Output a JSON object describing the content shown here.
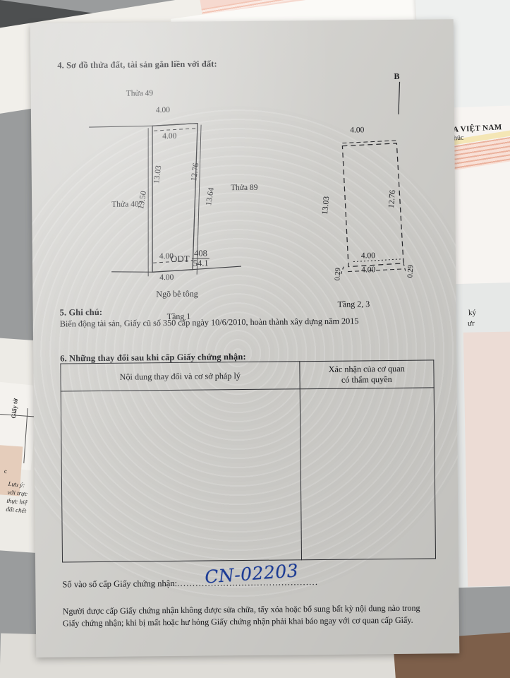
{
  "document": {
    "section4": {
      "heading": "4. Sơ đồ thửa đất, tài sản gắn liền với đất:"
    },
    "section5": {
      "heading": "5. Ghi chú:",
      "text": "Biến động tài sản, Giấy cũ số 350 cấp ngày 10/6/2010, hoàn thành xây dựng năm 2015"
    },
    "section6": {
      "heading": "6. Những thay đổi sau khi cấp Giấy chứng nhận:",
      "columns": [
        "Nội dung thay đổi và cơ sở pháp lý",
        "Xác nhận của cơ quan có thẩm quyền"
      ],
      "col2_line1": "Xác nhận của cơ quan",
      "col2_line2": "có thẩm quyền",
      "rows": [
        [
          "",
          ""
        ]
      ]
    },
    "footer": {
      "cert_number_label": "Số vào sổ cấp Giấy chứng nhận:",
      "cert_number_dots": "..............................................",
      "cert_number_handwritten": "CN-02203",
      "warning_line1": "Người được cấp Giấy chứng nhận không được sửa chữa, tẩy xóa hoặc bổ sung bất kỳ nội dung nào trong",
      "warning_line2": "Giấy chứng nhận; khi bị mất hoặc hư hỏng Giấy chứng nhận phải khai báo ngay với cơ quan cấp Giấy."
    }
  },
  "diagram": {
    "compass_label": "B",
    "plot_left": {
      "caption": "Tầng 1",
      "road_label": "Ngõ bê tông",
      "neighbor_top": "Thửa 49",
      "neighbor_left": "Thửa 407",
      "neighbor_right": "Thửa 89",
      "land_type": "ODT",
      "parcel_number": "408",
      "area": "54.1",
      "dim_top_outer": "4.00",
      "dim_top_inner": "4.00",
      "dim_left_inner": "13.03",
      "dim_left_outer": "13.50",
      "dim_right_inner": "12.76",
      "dim_right_outer": "13.64",
      "dim_bottom_inner": "4.00",
      "dim_bottom_outer": "4.00"
    },
    "plot_right": {
      "caption": "Tầng 2, 3",
      "dim_top": "4.00",
      "dim_left": "13.03",
      "dim_right": "12.76",
      "dim_bottom_inner": "4.00",
      "dim_bottom_outer": "4.00",
      "dim_corner_left": "0.29",
      "dim_corner_right": "0.29"
    }
  },
  "background_documents": {
    "right_doc_line1": "A VIỆT NAM",
    "right_doc_line2": "húc",
    "right_doc_ky1": "ký",
    "right_doc_ky2": "ưr",
    "left_doc_note": "Lưu ý:\nvới trực\nthực hiệ\nđất chết",
    "left_doc_giay": "Giấy tờ",
    "left_doc_c": "c"
  },
  "colors": {
    "paper": "#d6d5d1",
    "ink": "#15161a",
    "handwriting": "#1e3f9e",
    "table_border": "#2a2b2f"
  }
}
